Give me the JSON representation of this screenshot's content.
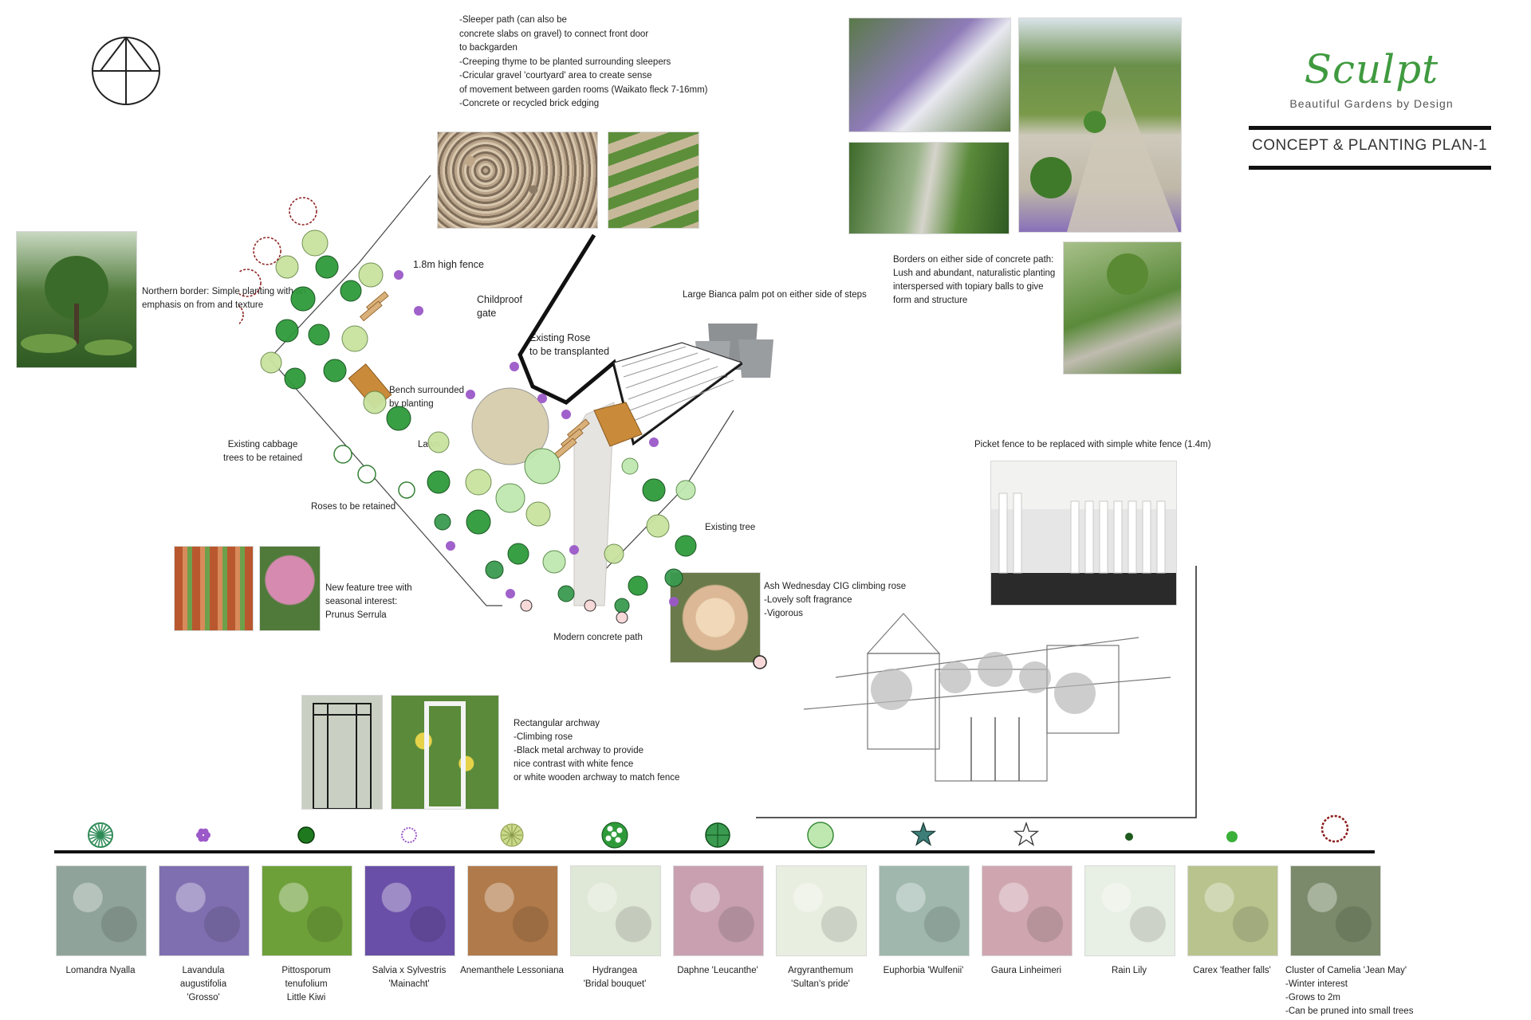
{
  "brand": {
    "logo": "Sculpt",
    "tagline": "Beautiful Gardens by Design",
    "plan_title": "CONCEPT & PLANTING PLAN-1"
  },
  "annotations": {
    "sleeper_path": "-Sleeper path  (can also be\nconcrete slabs on gravel) to connect front door\nto backgarden\n-Creeping thyme to be planted surrounding sleepers\n-Cricular gravel 'courtyard' area to create sense\nof movement between garden rooms (Waikato fleck 7-16mm)\n-Concrete or recycled brick edging",
    "northern_border": "Northern border: Simple planting with an\nemphasis on from and texture",
    "fence_18": "1.8m high fence",
    "childproof_gate": "Childproof\ngate",
    "existing_rose": "Existing Rose\nto be transplanted",
    "bianca_pot": "Large Bianca palm pot on either side of steps",
    "borders_concrete": "Borders on either side of concrete path:\nLush and abundant, naturalistic planting\ninterspersed with topiary balls to give\n form and structure",
    "bench": "Bench surrounded\nby planting",
    "lawn": "Lawn",
    "cabbage_trees": "Existing cabbage\ntrees to be retained",
    "roses_retained": "Roses to be retained",
    "existing_tree": "Existing tree",
    "picket_fence": "Picket fence to be replaced with simple white fence (1.4m)",
    "feature_tree": "New feature tree with\nseasonal interest:\nPrunus Serrula",
    "ash_wednesday": "Ash Wednesday  CIG climbing rose\n-Lovely soft fragrance\n-Vigorous",
    "concrete_path": "Modern concrete path",
    "archway": "Rectangular archway\n-Climbing rose\n-Black metal archway to provide\nnice contrast with white fence\nor white wooden archway to match fence"
  },
  "legend": [
    {
      "label": "Lomandra Nyalla",
      "symbol": "lomandra-symbol",
      "color": "#2e8b57",
      "photo": "#8fa39a"
    },
    {
      "label": "Lavandula\naugustifolia\n'Grosso'",
      "symbol": "lavender-symbol",
      "color": "#9b59c9",
      "photo": "#7f6fb0"
    },
    {
      "label": "Pittosporum\ntenufolium\nLittle Kiwi",
      "symbol": "pittosporum-symbol",
      "color": "#1f7a1f",
      "photo": "#6ea03a"
    },
    {
      "label": "Salvia x Sylvestris\n'Mainacht'",
      "symbol": "salvia-symbol",
      "color": "#9b59c9",
      "photo": "#6a4fa8"
    },
    {
      "label": "Anemanthele Lessoniana",
      "symbol": "anemanthele-symbol",
      "color": "#c9d98a",
      "photo": "#b07a4a"
    },
    {
      "label": "Hydrangea\n'Bridal bouquet'",
      "symbol": "hydrangea-symbol",
      "color": "#2f9a3a",
      "photo": "#dfe7d6"
    },
    {
      "label": "Daphne 'Leucanthe'",
      "symbol": "daphne-symbol",
      "color": "#3a9a50",
      "photo": "#c8a0b0"
    },
    {
      "label": "Argyranthemum\n'Sultan's pride'",
      "symbol": "argyranthemum-symbol",
      "color": "#bfe8b0",
      "photo": "#e8eee0"
    },
    {
      "label": "Euphorbia 'Wulfenii'",
      "symbol": "euphorbia-symbol",
      "color": "#3d7f78",
      "photo": "#9fb7ad"
    },
    {
      "label": "Gaura Linheimeri",
      "symbol": "gaura-symbol",
      "color": "#333333",
      "photo": "#cfa6b0"
    },
    {
      "label": "Rain Lily",
      "symbol": "rain-lily-symbol",
      "color": "#1f5a1f",
      "photo": "#e8efe4"
    },
    {
      "label": "Carex 'feather falls'",
      "symbol": "carex-symbol",
      "color": "#3ab03a",
      "photo": "#b8c38e"
    },
    {
      "label": "Cluster of Camelia 'Jean May'\n-Winter interest\n-Grows to 2m\n-Can be pruned into small trees",
      "symbol": "camelia-symbol",
      "color": "#8b1a1a",
      "photo": "#7a8a6a"
    }
  ],
  "colors": {
    "accent_green": "#3f9a3f",
    "rule": "#111111",
    "path_grey": "#e6e4e0",
    "lawn": "#d8cfb0",
    "deck": "#c98a3a"
  }
}
